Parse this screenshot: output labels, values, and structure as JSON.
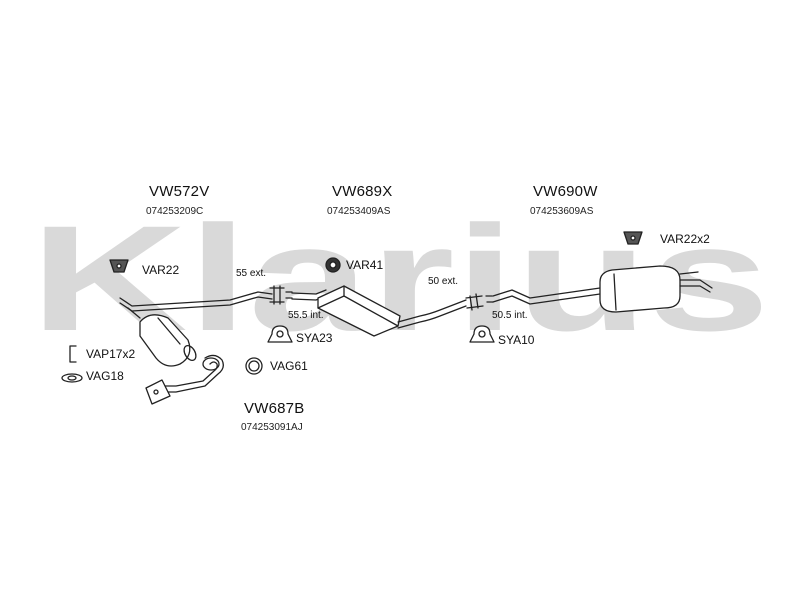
{
  "watermark": {
    "brand": "Klarius",
    "color": "#d4d4d4"
  },
  "assemblies": [
    {
      "code": "VW572V",
      "part_no": "074253209C"
    },
    {
      "code": "VW689X",
      "part_no": "074253409AS"
    },
    {
      "code": "VW690W",
      "part_no": "074253609AS"
    },
    {
      "code": "VW687B",
      "part_no": "074253091AJ"
    }
  ],
  "fittings": {
    "var22": "VAR22",
    "var41": "VAR41",
    "var22x2": "VAR22x2",
    "vap17x2": "VAP17x2",
    "vag18": "VAG18",
    "vag61": "VAG61",
    "sya23": "SYA23",
    "sya10": "SYA10"
  },
  "dimensions": {
    "ext_55": "55 ext.",
    "int_55_5": "55.5 int.",
    "ext_50": "50 ext.",
    "int_50_5": "50.5 int."
  },
  "icons": [
    "rubber-hanger-icon",
    "clamp-icon",
    "gasket-icon",
    "ring-gasket-icon",
    "bracket-icon"
  ]
}
